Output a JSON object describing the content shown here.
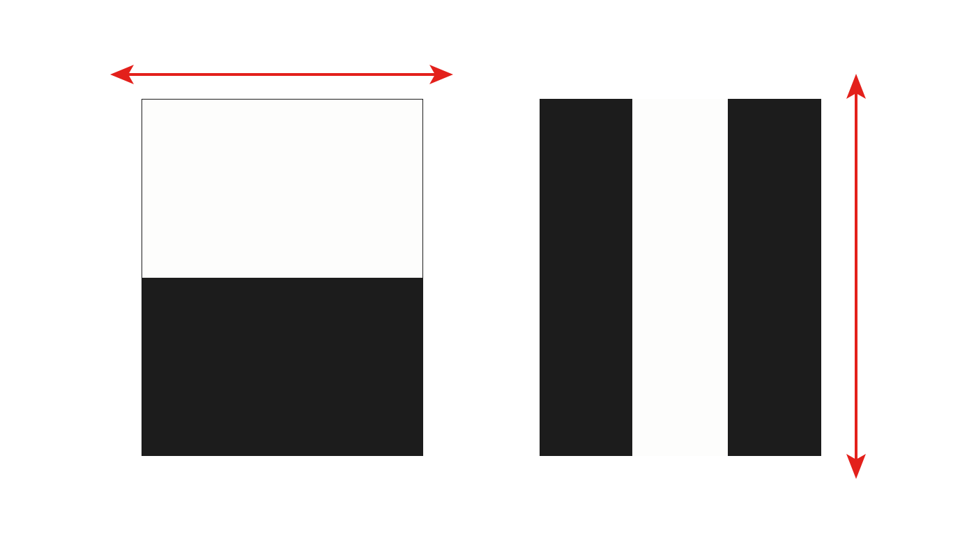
{
  "colors": {
    "background": "#ffffff",
    "dark": "#1c1c1c",
    "light": "#fdfdfc",
    "arrow": "#e3201b"
  },
  "left_panel": {
    "split": "horizontal",
    "bands": [
      {
        "color": "light",
        "fraction": 0.5
      },
      {
        "color": "dark",
        "fraction": 0.5
      }
    ],
    "arrow": {
      "direction": "horizontal",
      "icon": "double-headed-arrow-horizontal"
    }
  },
  "right_panel": {
    "split": "vertical",
    "bands": [
      {
        "color": "dark",
        "fraction": 0.33
      },
      {
        "color": "light",
        "fraction": 0.34
      },
      {
        "color": "dark",
        "fraction": 0.33
      }
    ],
    "arrow": {
      "direction": "vertical",
      "icon": "double-headed-arrow-vertical"
    }
  }
}
